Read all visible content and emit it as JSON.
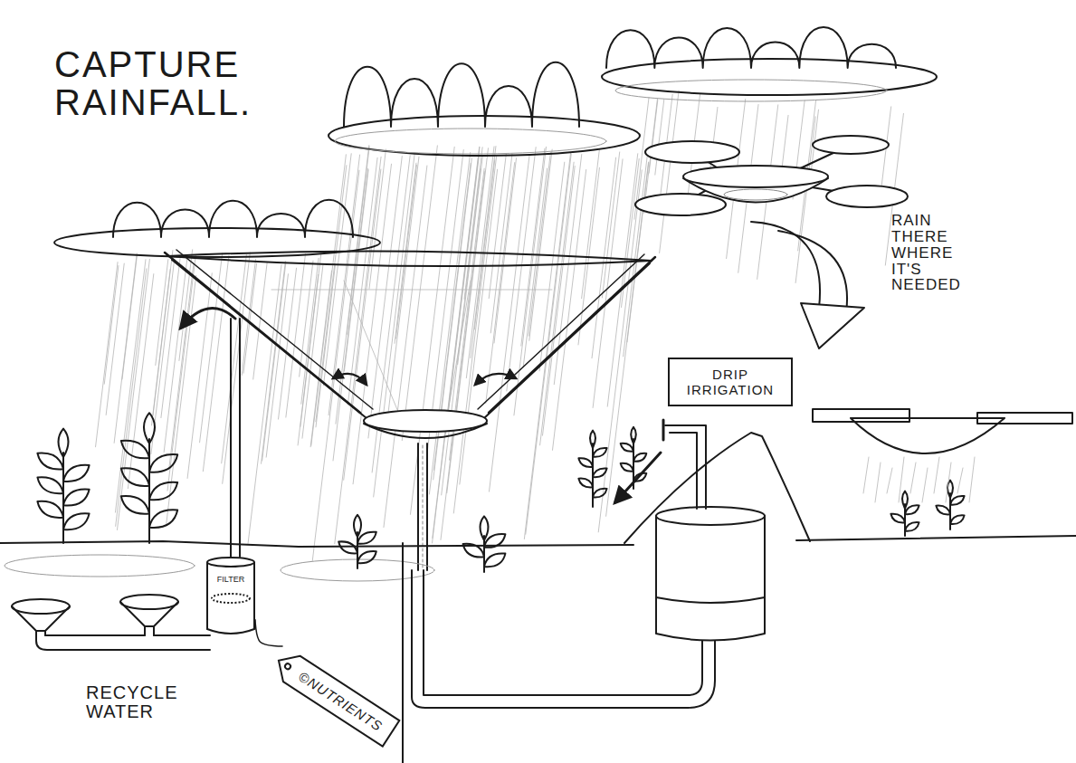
{
  "diagram": {
    "title": "CAPTURE RAINFALL.",
    "nodes": [
      {
        "text": [
          "DRIP IRRIGATION"
        ]
      },
      {
        "text": [
          "FILTER"
        ]
      },
      {
        "text": [
          "©NUTRIENTS"
        ]
      }
    ],
    "edges": [
      {
        "from": 1,
        "to": 2,
        "arrow": "none"
      }
    ],
    "labels": [
      "RAIN THERE WHERE IT'S NEEDED",
      "RECYCLE WATER"
    ]
  }
}
